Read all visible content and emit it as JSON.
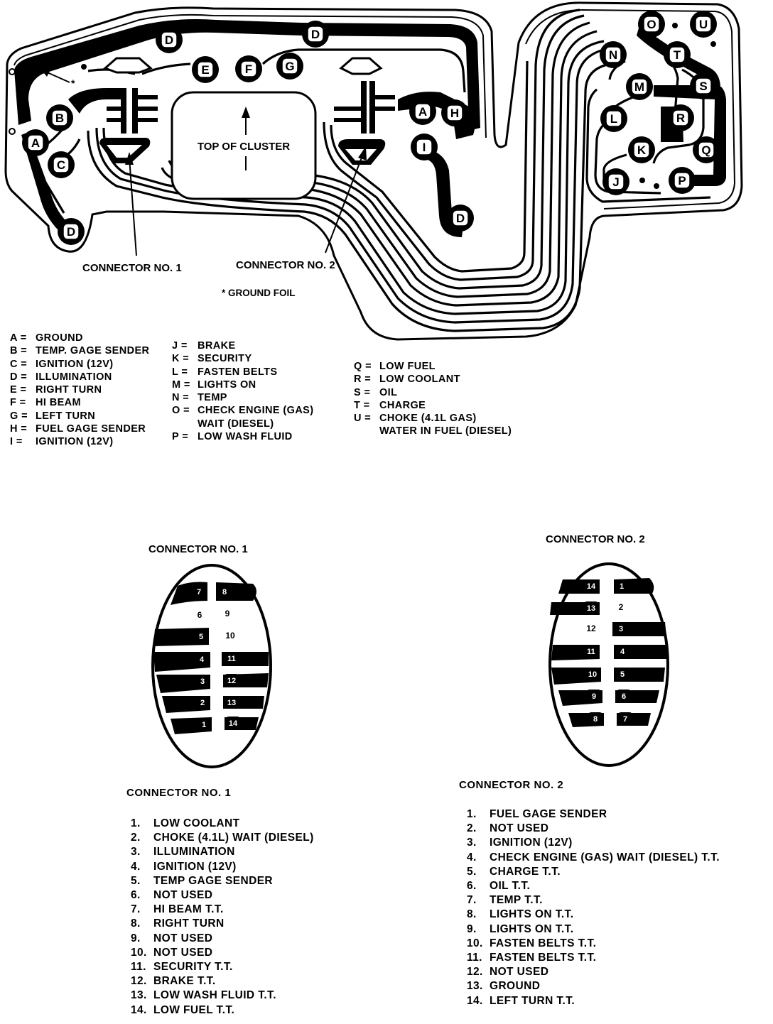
{
  "cluster": {
    "center_label": "TOP OF CLUSTER",
    "connector1_callout": "CONNECTOR NO. 1",
    "connector2_callout": "CONNECTOR NO. 2",
    "ground_foil_note": "* GROUND FOIL",
    "ground_marker": "*",
    "nodes": {
      "A1": "A",
      "B": "B",
      "C": "C",
      "D1": "D",
      "D2": "D",
      "D3": "D",
      "D4": "D",
      "E": "E",
      "F": "F",
      "G": "G",
      "A2": "A",
      "H": "H",
      "I": "I",
      "O": "O",
      "U": "U",
      "N": "N",
      "T": "T",
      "M": "M",
      "S": "S",
      "L": "L",
      "R": "R",
      "K": "K",
      "Q": "Q",
      "J": "J",
      "P": "P"
    }
  },
  "legend": {
    "col1": [
      {
        "key": "A =",
        "text": "GROUND"
      },
      {
        "key": "B =",
        "text": "TEMP. GAGE SENDER"
      },
      {
        "key": "C =",
        "text": "IGNITION (12V)"
      },
      {
        "key": "D =",
        "text": "ILLUMINATION"
      },
      {
        "key": "E =",
        "text": "RIGHT TURN"
      },
      {
        "key": "F =",
        "text": "HI BEAM"
      },
      {
        "key": "G =",
        "text": "LEFT TURN"
      },
      {
        "key": "H =",
        "text": "FUEL GAGE SENDER"
      },
      {
        "key": "I =",
        "text": "IGNITION (12V)"
      }
    ],
    "col2": [
      {
        "key": "J =",
        "text": "BRAKE"
      },
      {
        "key": "K =",
        "text": "SECURITY"
      },
      {
        "key": "L =",
        "text": "FASTEN BELTS"
      },
      {
        "key": "M =",
        "text": "LIGHTS ON"
      },
      {
        "key": "N =",
        "text": "TEMP"
      },
      {
        "key": "O =",
        "text": "CHECK ENGINE (GAS)"
      },
      {
        "key": "",
        "text": "WAIT (DIESEL)"
      },
      {
        "key": "P =",
        "text": "LOW WASH FLUID"
      }
    ],
    "col3": [
      {
        "key": "Q =",
        "text": "LOW FUEL"
      },
      {
        "key": "R =",
        "text": "LOW COOLANT"
      },
      {
        "key": "S =",
        "text": "OIL"
      },
      {
        "key": "T =",
        "text": "CHARGE"
      },
      {
        "key": "U =",
        "text": "CHOKE (4.1L GAS)"
      },
      {
        "key": "",
        "text": "WATER IN FUEL (DIESEL)"
      }
    ]
  },
  "connector1": {
    "title": "CONNECTOR NO. 1",
    "pin_labels": {
      "p1": "1",
      "p2": "2",
      "p3": "3",
      "p4": "4",
      "p5": "5",
      "p6": "6",
      "p7": "7",
      "p8": "8",
      "p9": "9",
      "p10": "10",
      "p11": "11",
      "p12": "12",
      "p13": "13",
      "p14": "14"
    },
    "list_title": "CONNECTOR NO. 1",
    "pins": [
      {
        "num": "1.",
        "text": "LOW COOLANT"
      },
      {
        "num": "2.",
        "text": "CHOKE (4.1L) WAIT (DIESEL)"
      },
      {
        "num": "3.",
        "text": "ILLUMINATION"
      },
      {
        "num": "4.",
        "text": "IGNITION (12V)"
      },
      {
        "num": "5.",
        "text": "TEMP GAGE SENDER"
      },
      {
        "num": "6.",
        "text": "NOT USED"
      },
      {
        "num": "7.",
        "text": "HI BEAM T.T."
      },
      {
        "num": "8.",
        "text": "RIGHT TURN"
      },
      {
        "num": "9.",
        "text": "NOT USED"
      },
      {
        "num": "10.",
        "text": "NOT USED"
      },
      {
        "num": "11.",
        "text": "SECURITY T.T."
      },
      {
        "num": "12.",
        "text": "BRAKE T.T."
      },
      {
        "num": "13.",
        "text": "LOW WASH FLUID T.T."
      },
      {
        "num": "14.",
        "text": "LOW FUEL T.T."
      }
    ]
  },
  "connector2": {
    "title": "CONNECTOR NO. 2",
    "pin_labels": {
      "p1": "1",
      "p2": "2",
      "p3": "3",
      "p4": "4",
      "p5": "5",
      "p6": "6",
      "p7": "7",
      "p8": "8",
      "p9": "9",
      "p10": "10",
      "p11": "11",
      "p12": "12",
      "p13": "13",
      "p14": "14"
    },
    "list_title": "CONNECTOR NO. 2",
    "pins": [
      {
        "num": "1.",
        "text": "FUEL GAGE SENDER"
      },
      {
        "num": "2.",
        "text": "NOT USED"
      },
      {
        "num": "3.",
        "text": "IGNITION (12V)"
      },
      {
        "num": "4.",
        "text": "CHECK ENGINE (GAS) WAIT (DIESEL) T.T."
      },
      {
        "num": "5.",
        "text": "CHARGE T.T."
      },
      {
        "num": "6.",
        "text": "OIL T.T."
      },
      {
        "num": "7.",
        "text": "TEMP T.T."
      },
      {
        "num": "8.",
        "text": "LIGHTS ON T.T."
      },
      {
        "num": "9.",
        "text": "LIGHTS ON T.T."
      },
      {
        "num": "10.",
        "text": "FASTEN BELTS T.T."
      },
      {
        "num": "11.",
        "text": "FASTEN BELTS T.T."
      },
      {
        "num": "12.",
        "text": "NOT USED"
      },
      {
        "num": "13.",
        "text": "GROUND"
      },
      {
        "num": "14.",
        "text": "LEFT TURN T.T."
      }
    ]
  }
}
